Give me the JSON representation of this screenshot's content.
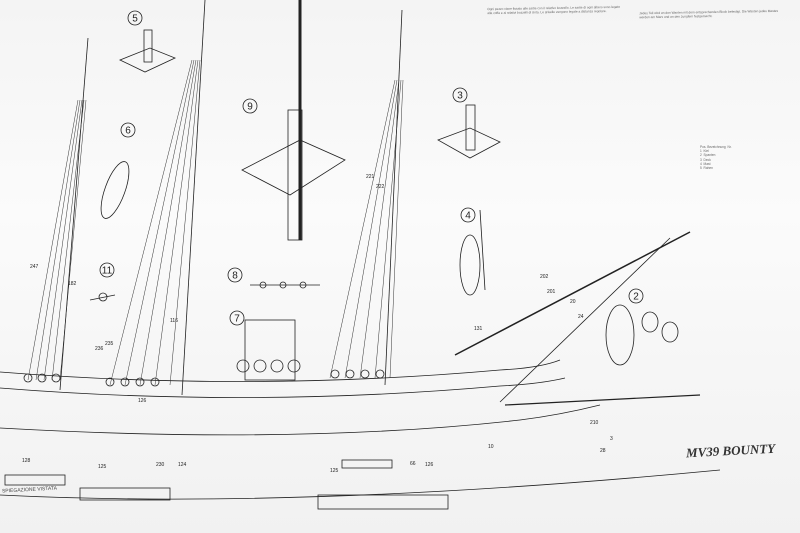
{
  "plan_title": "MV39 BOUNTY",
  "corner_note": "SPIEGAZIONE VISTATA",
  "detail_numbers": [
    "5",
    "6",
    "9",
    "3",
    "11",
    "8",
    "7",
    "4",
    "2"
  ],
  "part_labels": [
    "128",
    "125",
    "230",
    "124",
    "125",
    "66",
    "126",
    "210",
    "221",
    "222",
    "247",
    "182",
    "116",
    "235",
    "236",
    "201",
    "20",
    "24",
    "10",
    "3",
    "28",
    "126",
    "131",
    "202"
  ],
  "text_blocks": {
    "notes_en": "Ogni pezzo viene fissato alle sartie con il relativo bozzello. Le sartie di ogni albero sono legate alla coffa e ai relativi bozzelli di cinta. Le griselle vengono legate a distanza regolare.",
    "notes_de": "Jedes Teil wird an den Wanten mit dem entsprechenden Block befestigt. Die Wanten jedes Mastes werden am Mars und an den Jungfern festgemacht.",
    "parts_list": "Pos. Bezeichnung  Nr.\n1  Kiel\n2  Spanten\n3  Deck\n4  Mast\n5  Rahen"
  }
}
